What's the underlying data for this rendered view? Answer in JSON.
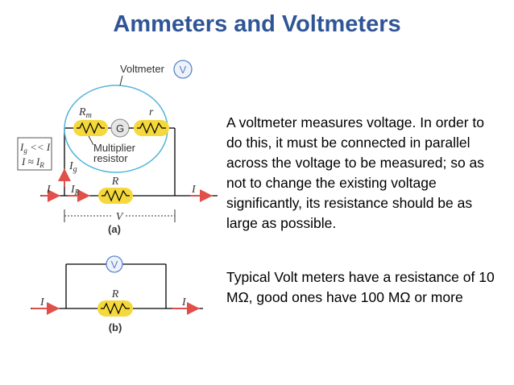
{
  "title": "Ammeters and Voltmeters",
  "body": {
    "paragraph1": "A voltmeter measures voltage. In order to do this, it must be connected in parallel across the voltage to be measured; so as not to change the existing voltage significantly, its resistance should be as large as possible.",
    "paragraph2": "Typical Volt meters have a resistance of 10 MΩ, good ones have 100 MΩ or more"
  },
  "diagram_a": {
    "voltmeter_label": "Voltmeter",
    "meter_symbol": "V",
    "galvanometer_symbol": "G",
    "rm_label": "R",
    "rm_sub": "m",
    "r_label": "r",
    "multiplier_line1": "Multiplier",
    "multiplier_line2": "resistor",
    "cond_line1": "I",
    "cond_line1_sub": "g",
    "cond_line1_rest": " << I",
    "cond_line2": "I ≈ I",
    "cond_line2_sub": "R",
    "ig_label": "I",
    "ig_sub": "g",
    "i_left": "I",
    "ir_label": "I",
    "ir_sub": "R",
    "R_label": "R",
    "i_right": "I",
    "v_label": "V",
    "caption": "(a)"
  },
  "diagram_b": {
    "meter_symbol": "V",
    "i_left": "I",
    "R_label": "R",
    "i_right": "I",
    "caption": "(b)"
  },
  "colors": {
    "title": "#2f5597",
    "resistor_fill": "#f5d83b",
    "arrow": "#e0504a",
    "ellipse": "#52b5d9",
    "meter": "#5a84c9"
  }
}
